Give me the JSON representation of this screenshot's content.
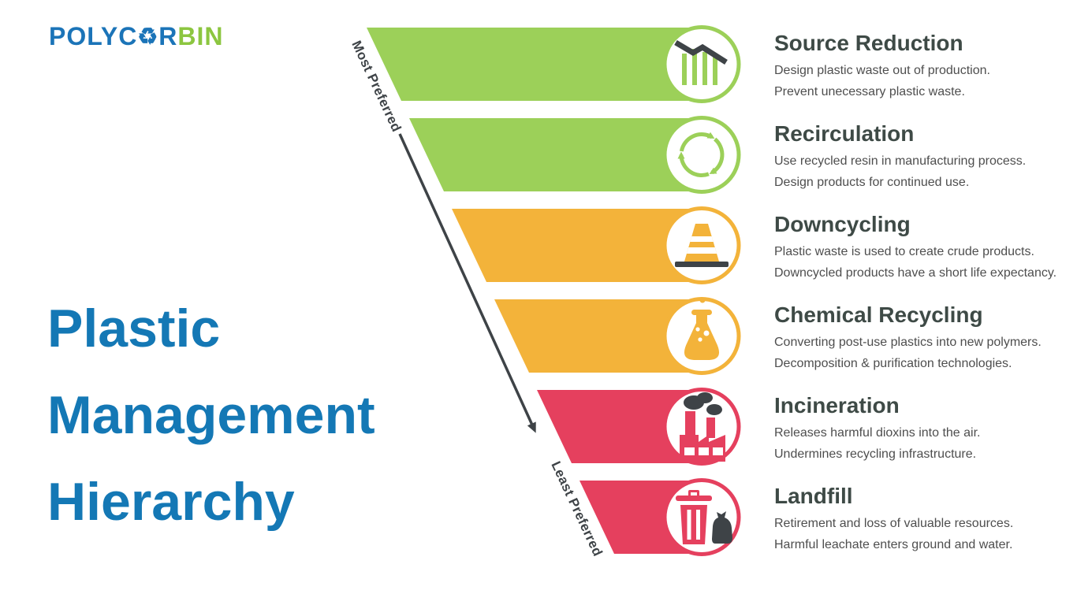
{
  "logo": {
    "text_blue": "POLYC",
    "recycle_glyph": "♻",
    "text_blue2": "R",
    "text_green": "BIN"
  },
  "title": {
    "lines": [
      "Plastic",
      "Management",
      "Hierarchy"
    ]
  },
  "axis": {
    "most_label": "Most Preferred",
    "least_label": "Least Preferred"
  },
  "palette": {
    "green": "#9CD059",
    "orange": "#F3B33A",
    "red": "#E5405E",
    "dark": "#3E4347",
    "title_blue": "#1478B5",
    "logo_blue": "#1B74B8",
    "logo_green": "#8CC640"
  },
  "levels": [
    {
      "name": "Source Reduction",
      "desc1": "Design plastic waste out of production.",
      "desc2": "Prevent unecessary plastic waste.",
      "color": "#9CD059",
      "icon": "declining-chart-icon"
    },
    {
      "name": "Recirculation",
      "desc1": "Use recycled resin in manufacturing process.",
      "desc2": "Design products for continued use.",
      "color": "#9CD059",
      "icon": "recirculation-arrows-icon"
    },
    {
      "name": "Downcycling",
      "desc1": "Plastic waste is used to create crude products.",
      "desc2": "Downcycled products have a short life expectancy.",
      "color": "#F3B33A",
      "icon": "traffic-cone-icon"
    },
    {
      "name": "Chemical Recycling",
      "desc1": "Converting post-use plastics into new polymers.",
      "desc2": "Decomposition & purification technologies.",
      "color": "#F3B33A",
      "icon": "flask-icon"
    },
    {
      "name": "Incineration",
      "desc1": "Releases harmful dioxins into the air.",
      "desc2": "Undermines recycling infrastructure.",
      "color": "#E5405E",
      "icon": "factory-icon"
    },
    {
      "name": "Landfill",
      "desc1": "Retirement and loss of valuable resources.",
      "desc2": "Harmful leachate enters ground and water.",
      "color": "#E5405E",
      "icon": "trash-can-icon"
    }
  ]
}
